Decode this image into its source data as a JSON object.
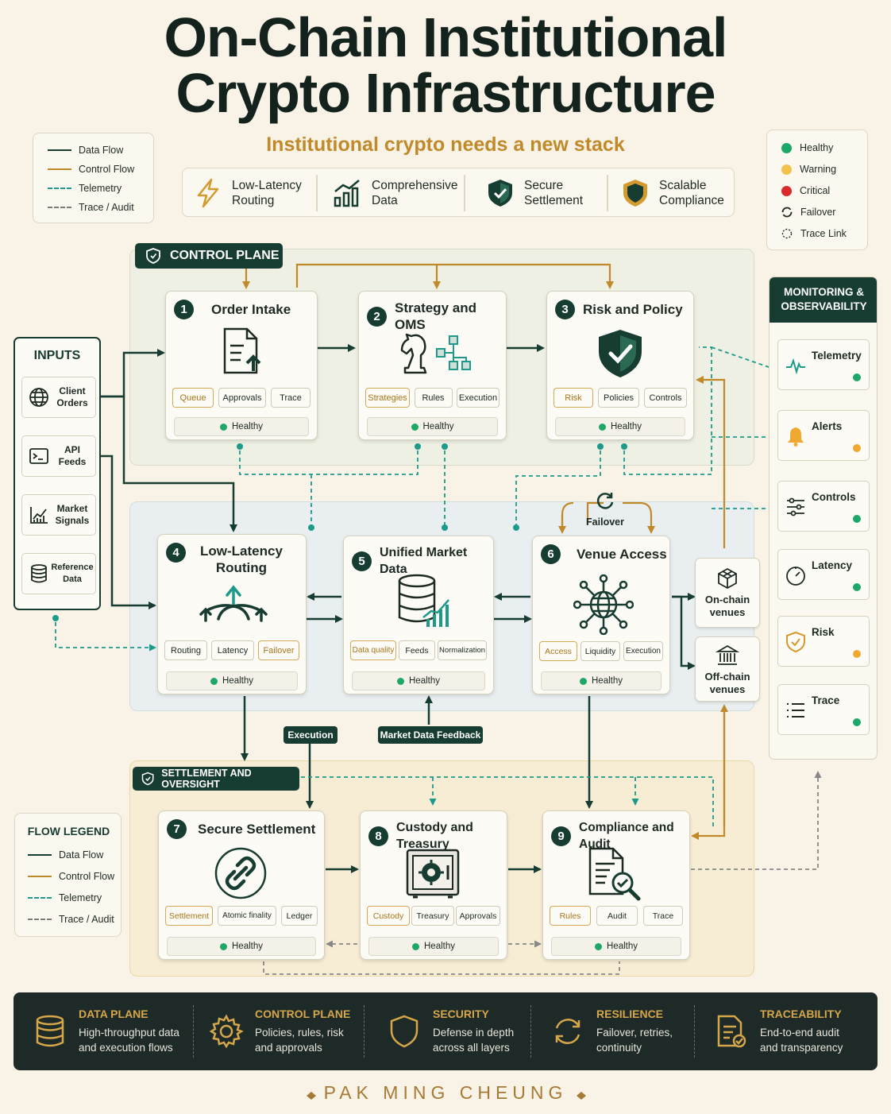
{
  "title_line1": "On-Chain Institutional",
  "title_line2": "Crypto Infrastructure",
  "subtitle": "Institutional crypto needs a new stack",
  "top_legend": [
    {
      "label": "Data Flow",
      "style": "solid",
      "color": "#173c31"
    },
    {
      "label": "Control Flow",
      "style": "solid",
      "color": "#c08a2a"
    },
    {
      "label": "Telemetry",
      "style": "dashed",
      "color": "#1e9a8a"
    },
    {
      "label": "Trace / Audit",
      "style": "dashed",
      "color": "#7a7a7a"
    }
  ],
  "features": [
    {
      "line1": "Low-Latency",
      "line2": "Routing",
      "icon": "lightning-icon"
    },
    {
      "line1": "Comprehensive",
      "line2": "Data",
      "icon": "bar-chart-icon"
    },
    {
      "line1": "Secure",
      "line2": "Settlement",
      "icon": "shield-check-icon"
    },
    {
      "line1": "Scalable",
      "line2": "Compliance",
      "icon": "shield-icon"
    }
  ],
  "status_legend": [
    {
      "label": "Healthy",
      "color": "#1ea868"
    },
    {
      "label": "Warning",
      "color": "#f2c14e"
    },
    {
      "label": "Critical",
      "color": "#d92b2b"
    },
    {
      "label": "Failover",
      "icon": "refresh-icon"
    },
    {
      "label": "Trace Link",
      "icon": "dashed-circle-icon"
    }
  ],
  "zones": {
    "control": "CONTROL PLANE",
    "settlement": "SETTLEMENT AND OVERSIGHT"
  },
  "inputs": {
    "title": "INPUTS",
    "items": [
      {
        "label": "Client Orders",
        "line1": "Client",
        "line2": "Orders",
        "icon": "globe-icon"
      },
      {
        "label": "API Feeds",
        "line1": "API",
        "line2": "Feeds",
        "icon": "terminal-icon"
      },
      {
        "label": "Market Signals",
        "line1": "Market",
        "line2": "Signals",
        "icon": "line-chart-icon"
      },
      {
        "label": "Reference Data",
        "line1": "Reference",
        "line2": "Data",
        "icon": "database-icon"
      }
    ]
  },
  "monitoring": {
    "title_line1": "MONITORING &",
    "title_line2": "OBSERVABILITY",
    "items": [
      {
        "label": "Telemetry",
        "status_color": "#1ea868",
        "icon": "pulse-icon"
      },
      {
        "label": "Alerts",
        "status_color": "#f0a830",
        "icon": "bell-icon"
      },
      {
        "label": "Controls",
        "status_color": "#1ea868",
        "icon": "sliders-icon"
      },
      {
        "label": "Latency",
        "status_color": "#1ea868",
        "icon": "clock-icon"
      },
      {
        "label": "Risk",
        "status_color": "#f0a830",
        "icon": "shield-check-icon"
      },
      {
        "label": "Trace",
        "status_color": "#1ea868",
        "icon": "list-icon"
      }
    ]
  },
  "cards": [
    {
      "num": "1",
      "title": "Order Intake",
      "chips": [
        "Queue",
        "Approvals",
        "Trace"
      ],
      "status": "Healthy",
      "icon": "document-upload-icon"
    },
    {
      "num": "2",
      "title": "Strategy and OMS",
      "chips": [
        "Strategies",
        "Rules",
        "Execution"
      ],
      "status": "Healthy",
      "icon": "chess-knight-icon"
    },
    {
      "num": "3",
      "title": "Risk and Policy",
      "chips": [
        "Risk",
        "Policies",
        "Controls"
      ],
      "status": "Healthy",
      "icon": "shield-check-icon"
    },
    {
      "num": "4",
      "title_line1": "Low-Latency",
      "title_line2": "Routing",
      "chips": [
        "Routing",
        "Latency",
        "Failover"
      ],
      "status": "Healthy",
      "icon": "routing-arrows-icon"
    },
    {
      "num": "5",
      "title": "Unified Market Data",
      "chips": [
        "Data quality",
        "Feeds",
        "Normalization"
      ],
      "status": "Healthy",
      "icon": "database-chart-icon"
    },
    {
      "num": "6",
      "title": "Venue Access",
      "chips": [
        "Access",
        "Liquidity",
        "Execution"
      ],
      "status": "Healthy",
      "icon": "globe-network-icon"
    },
    {
      "num": "7",
      "title": "Secure Settlement",
      "chips": [
        "Settlement",
        "Atomic finality",
        "Ledger"
      ],
      "status": "Healthy",
      "icon": "chain-link-icon"
    },
    {
      "num": "8",
      "title": "Custody and Treasury",
      "chips": [
        "Custody",
        "Treasury",
        "Approvals"
      ],
      "status": "Healthy",
      "icon": "vault-icon"
    },
    {
      "num": "9",
      "title": "Compliance and Audit",
      "chips": [
        "Rules",
        "Audit",
        "Trace"
      ],
      "status": "Healthy",
      "icon": "document-search-icon"
    }
  ],
  "failover_label": "Failover",
  "venues": {
    "onchain_line1": "On-chain",
    "onchain_line2": "venues",
    "offchain_line1": "Off-chain",
    "offchain_line2": "venues"
  },
  "tags": {
    "execution": "Execution",
    "market_feedback": "Market Data Feedback"
  },
  "flow_legend": {
    "title": "FLOW LEGEND",
    "items": [
      "Data Flow",
      "Control Flow",
      "Telemetry",
      "Trace / Audit"
    ]
  },
  "bottom_bar": [
    {
      "heading": "DATA PLANE",
      "line1": "High-throughput data",
      "line2": "and execution flows",
      "icon": "database-icon"
    },
    {
      "heading": "CONTROL PLANE",
      "line1": "Policies, rules, risk",
      "line2": "and approvals",
      "icon": "gear-icon"
    },
    {
      "heading": "SECURITY",
      "line1": "Defense in depth",
      "line2": "across all layers",
      "icon": "shield-icon"
    },
    {
      "heading": "RESILIENCE",
      "line1": "Failover, retries,",
      "line2": "continuity",
      "icon": "refresh-icon"
    },
    {
      "heading": "TRACEABILITY",
      "line1": "End-to-end audit",
      "line2": "and transparency",
      "icon": "document-check-icon"
    }
  ],
  "author": "PAK MING CHEUNG"
}
